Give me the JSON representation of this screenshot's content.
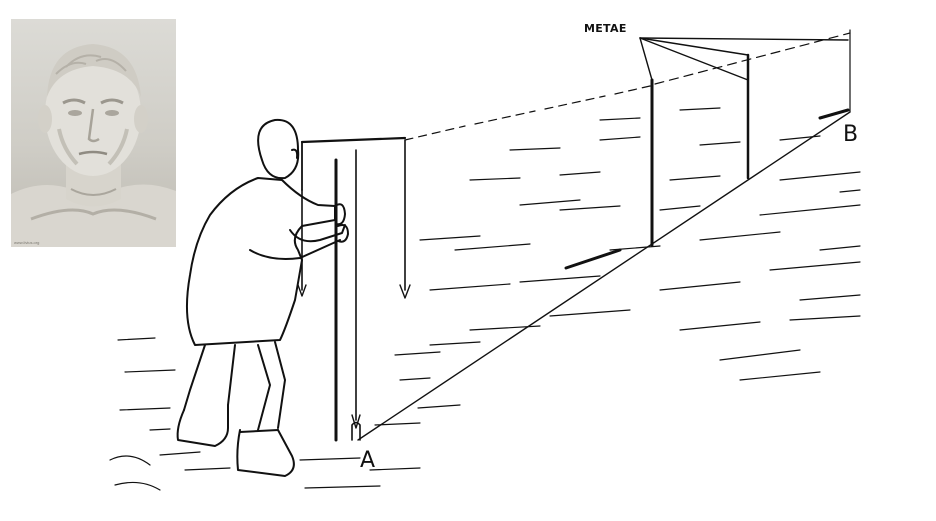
{
  "portrait": {
    "caption": "www.livius.org",
    "colors": {
      "background": "#d6d4ce",
      "marble": "#e4e2dc",
      "shadow": "#a9a59c"
    }
  },
  "labels": {
    "metae": "METAE",
    "point_a": "A",
    "point_b": "B"
  },
  "colors": {
    "ink": "#111111",
    "paper": "#ffffff"
  }
}
